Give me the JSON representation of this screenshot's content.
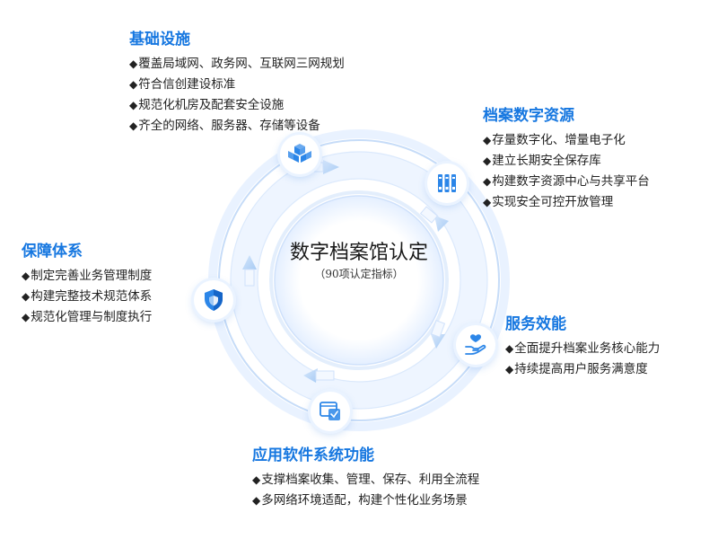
{
  "center": {
    "title": "数字档案馆认定",
    "subtitle": "（90项认定指标）"
  },
  "sections": {
    "infrastructure": {
      "title": "基础设施",
      "icon": "server-cubes-icon",
      "items": [
        "覆盖局域网、政务网、互联网三网规划",
        "符合信创建设标准",
        "规范化机房及配套安全设施",
        "齐全的网络、服务器、存储等设备"
      ]
    },
    "resources": {
      "title": "档案数字资源",
      "icon": "archive-binders-icon",
      "items": [
        "存量数字化、增量电子化",
        "建立长期安全保存库",
        "构建数字资源中心与共享平台",
        "实现安全可控开放管理"
      ]
    },
    "service": {
      "title": "服务效能",
      "icon": "heart-hand-icon",
      "items": [
        "全面提升档案业务核心能力",
        "持续提高用户服务满意度"
      ]
    },
    "software": {
      "title": "应用软件系统功能",
      "icon": "software-window-icon",
      "items": [
        "支撑档案收集、管理、保存、利用全流程",
        "多网络环境适配，构建个性化业务场景"
      ]
    },
    "security": {
      "title": "保障体系",
      "icon": "shield-icon",
      "items": [
        "制定完善业务管理制度",
        "构建完整技术规范体系",
        "规范化管理与制度执行"
      ]
    }
  },
  "colors": {
    "accent": "#1677e0",
    "ring": "#cfe1fb",
    "icon": "#2c86e8"
  }
}
